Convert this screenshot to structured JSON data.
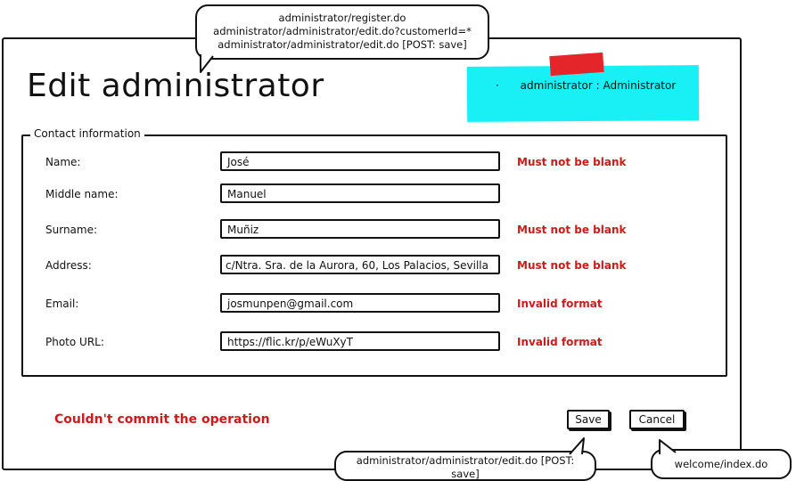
{
  "page": {
    "title": "Edit administrator"
  },
  "user_badge": {
    "bullet": "·",
    "text": "administrator : Administrator"
  },
  "annotations": {
    "top_callout": [
      "administrator/register.do",
      "administrator/administrator/edit.do?customerId=*",
      "administrator/administrator/edit.do [POST: save]"
    ],
    "save_callout": [
      "administrator/administrator/edit.do [POST:",
      "save]"
    ],
    "cancel_callout": "welcome/index.do"
  },
  "form": {
    "legend": "Contact information",
    "fields": [
      {
        "label": "Name:",
        "value": "José",
        "error": "Must not be blank"
      },
      {
        "label": "Middle name:",
        "value": "Manuel",
        "error": ""
      },
      {
        "label": "Surname:",
        "value": "Muñiz",
        "error": "Must not be blank"
      },
      {
        "label": "Address:",
        "value": "c/Ntra. Sra. de la Aurora, 60, Los Palacios, Sevilla",
        "error": "Must not be blank"
      },
      {
        "label": "Email:",
        "value": "josmunpen@gmail.com",
        "error": "Invalid format"
      },
      {
        "label": "Photo URL:",
        "value": "https://flic.kr/p/eWuXyT",
        "error": "Invalid format"
      }
    ],
    "commit_error": "Couldn't commit the operation",
    "save_label": "Save",
    "cancel_label": "Cancel"
  },
  "colors": {
    "error": "#cc1b1b",
    "sticky": "#19f0f6",
    "tape": "#e4262b"
  }
}
